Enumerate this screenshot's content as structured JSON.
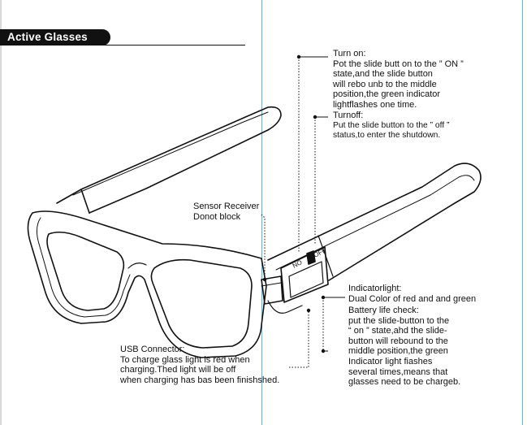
{
  "header": {
    "title": "Active Glasses"
  },
  "labels": {
    "turn_on": [
      "Turn on:",
      "Pot the slide butt on to the ” ON ”",
      "state,and the slide button",
      "will rebo unb to the middle",
      "position,the green indicator",
      "lightflashes one time."
    ],
    "turn_off": [
      "Turnoff:",
      "Put the slide button to the ” off ”",
      "status,to enter the shutdown."
    ],
    "sensor": [
      "Sensor Receiver",
      "Donot block"
    ],
    "indicator": [
      "Indicatorlight:",
      "Dual Color of red and and green"
    ],
    "battery": [
      "Battery life check:",
      "put the slide-button to the",
      "“ on ” state,ahd the slide-",
      "button will rebound to the",
      "middle position,the green",
      "Indicator light fiashes",
      "several times,means that",
      "glasses need to be chargeb."
    ],
    "usb": [
      "USB Connector:",
      "To charge glass light is red when",
      "charging.Thed light will be off",
      "when charging has bas been finishshed."
    ],
    "switch_marks": [
      "NO",
      "OFF"
    ]
  }
}
